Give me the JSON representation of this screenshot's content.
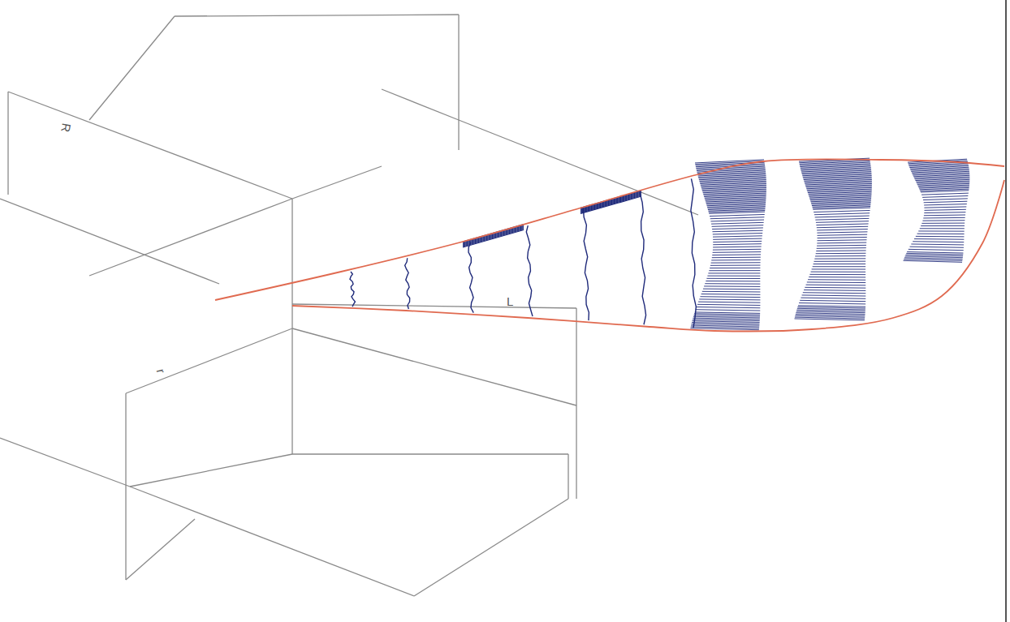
{
  "diagram": {
    "labels": [
      "R",
      "r",
      "L"
    ]
  }
}
